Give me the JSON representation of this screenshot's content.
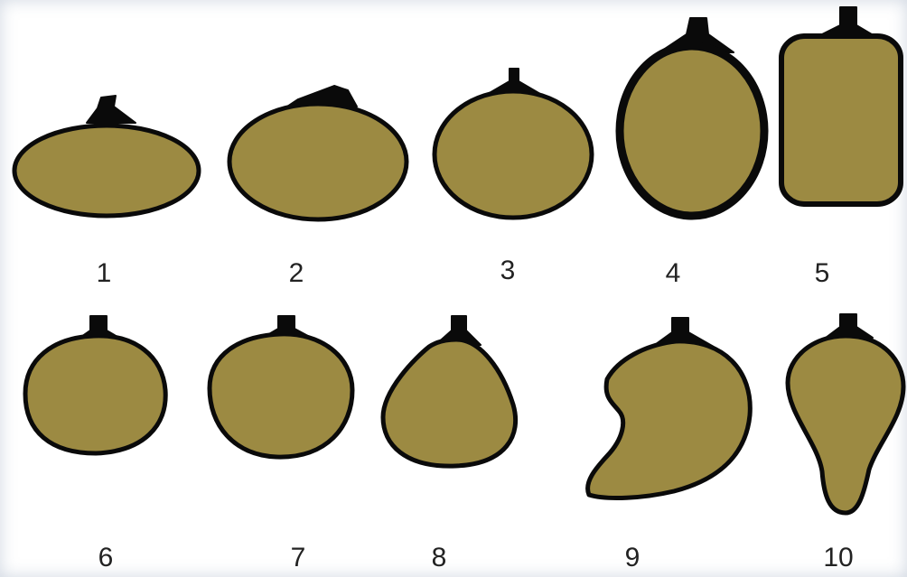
{
  "figure": {
    "colors": {
      "fill": "#9c8a42",
      "outline": "#0a0a0a",
      "background": "#ffffff"
    },
    "shapes": [
      {
        "number": "1"
      },
      {
        "number": "2"
      },
      {
        "number": "3"
      },
      {
        "number": "4"
      },
      {
        "number": "5"
      },
      {
        "number": "6"
      },
      {
        "number": "7"
      },
      {
        "number": "8"
      },
      {
        "number": "9"
      },
      {
        "number": "10"
      }
    ]
  }
}
